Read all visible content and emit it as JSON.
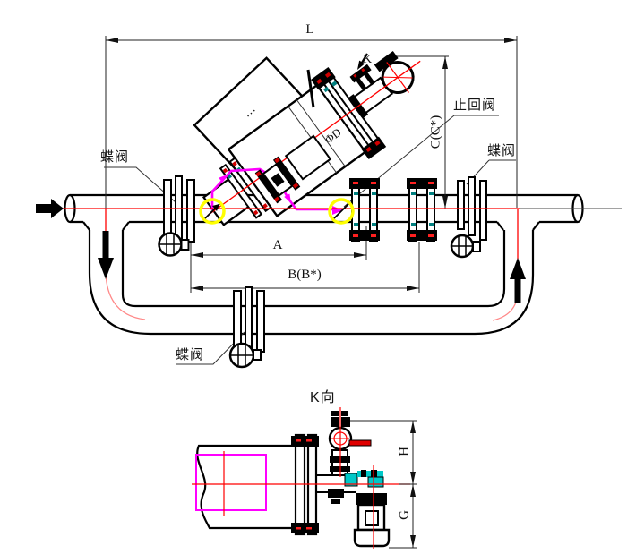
{
  "drawing": {
    "labels": {
      "butterfly_valve": "蝶阀",
      "check_valve": "止回阀",
      "diameter_label": "ΦD",
      "box_dots": "…",
      "view_arrow": "K",
      "view_title": "K向"
    },
    "dims": {
      "L": "L",
      "A": "A",
      "B": "B(B*)",
      "C": "C(C*)",
      "H": "H",
      "G": "G"
    },
    "colors": {
      "centerline_red": "#ff0000",
      "flow_path_magenta": "#ff00ff",
      "connection_highlight_yellow": "#ffff00",
      "coupling_cyan": "#00c8c8",
      "elbow_flow_pink": "#ff8888",
      "outline_black": "#000000"
    }
  }
}
